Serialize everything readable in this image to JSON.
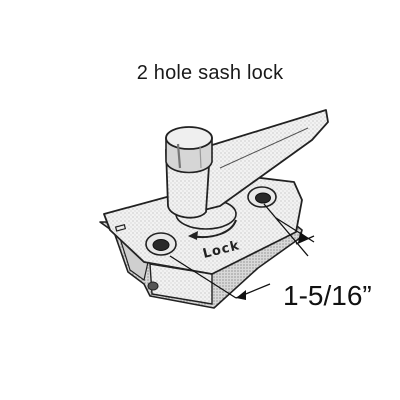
{
  "title": "2 hole sash lock",
  "dimension_label": "1-5/16”",
  "illustration": {
    "engraved_text": "Lock"
  }
}
